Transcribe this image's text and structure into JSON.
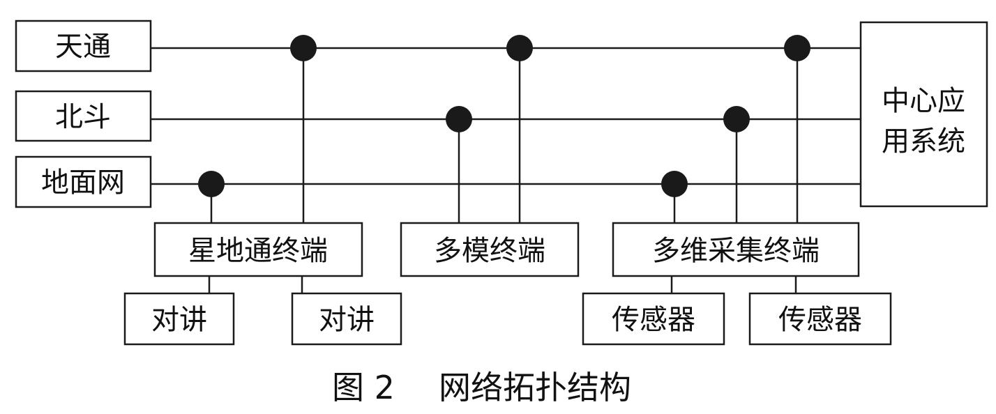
{
  "networks": [
    {
      "id": "tiantong",
      "label": "天通"
    },
    {
      "id": "beidou",
      "label": "北斗"
    },
    {
      "id": "ground",
      "label": "地面网"
    }
  ],
  "center": {
    "line1": "中心应",
    "line2": "用系统"
  },
  "terminals": [
    {
      "id": "star-ground",
      "label": "星地通终端"
    },
    {
      "id": "multimode",
      "label": "多模终端"
    },
    {
      "id": "multidim",
      "label": "多维采集终端"
    }
  ],
  "devices": [
    {
      "id": "intercom-1",
      "label": "对讲"
    },
    {
      "id": "intercom-2",
      "label": "对讲"
    },
    {
      "id": "sensor-1",
      "label": "传感器"
    },
    {
      "id": "sensor-2",
      "label": "传感器"
    }
  ],
  "caption": {
    "figure": "图 2",
    "title": "网络拓扑结构"
  }
}
